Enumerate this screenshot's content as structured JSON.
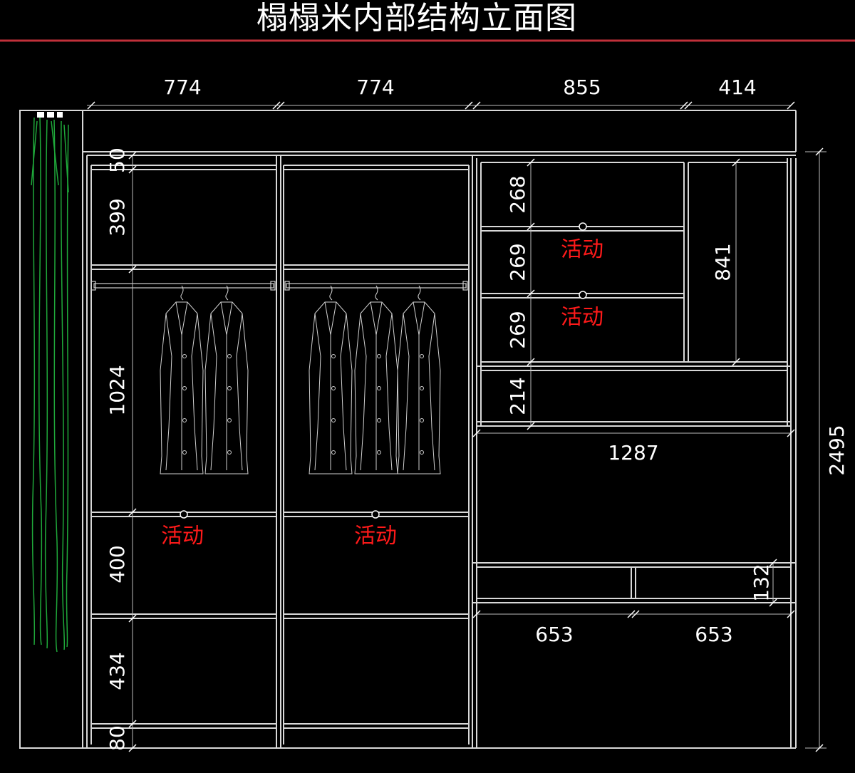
{
  "title": "榻榻米内部结构立面图",
  "colors": {
    "background": "#000000",
    "lines": "#d8d8d8",
    "notes": "#ff1a1a",
    "curtain": "#1fa83a",
    "header_rule": "#c0303a"
  },
  "dimensions": {
    "top_widths": [
      "774",
      "774",
      "855",
      "414"
    ],
    "left_heights": [
      "50",
      "399",
      "1024",
      "400",
      "434",
      "80"
    ],
    "right_col_heights": [
      "268",
      "269",
      "269",
      "214"
    ],
    "tall_compartment": "841",
    "lower_width": "1287",
    "drawer_height": "132",
    "drawer_widths": [
      "653",
      "653"
    ],
    "total_height": "2495"
  },
  "notes": {
    "adjustable": "活动"
  },
  "icons": [
    "curtain-icon",
    "hanging-jacket-icon",
    "shelf-pin-icon",
    "hanging-rod-icon"
  ]
}
